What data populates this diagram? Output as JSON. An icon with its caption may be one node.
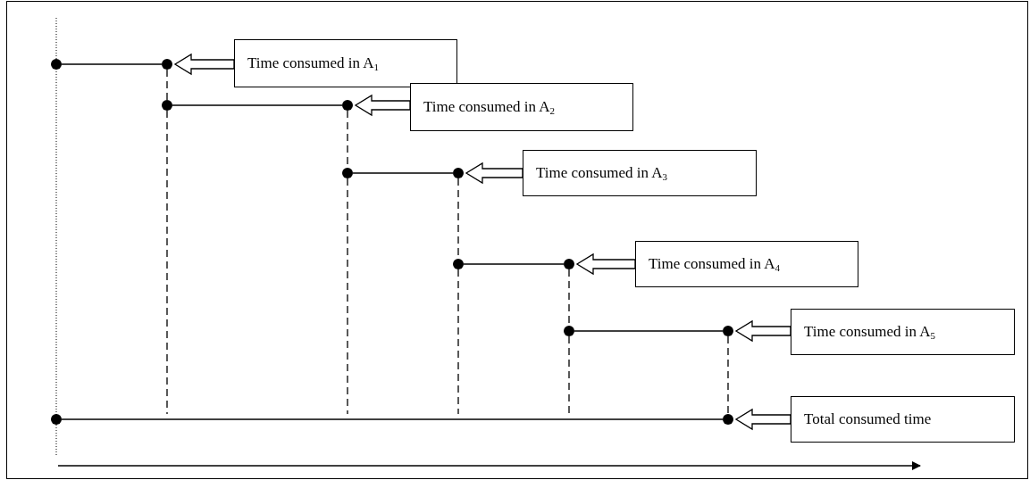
{
  "diagram": {
    "nodes": [
      {
        "text": [],
        "shape": "circle"
      },
      {
        "text": [],
        "shape": "circle"
      },
      {
        "text": [
          "Time consumed in A$_{1}$"
        ]
      },
      {
        "text": [],
        "shape": "circle"
      },
      {
        "text": [],
        "shape": "circle"
      },
      {
        "text": [
          "Time consumed in A$_{2}$"
        ]
      },
      {
        "text": [],
        "shape": "circle"
      },
      {
        "text": [],
        "shape": "circle"
      },
      {
        "text": [
          "Time consumed in A$_{3}$"
        ]
      },
      {
        "text": [],
        "shape": "circle"
      },
      {
        "text": [],
        "shape": "circle"
      },
      {
        "text": [
          "Time consumed in A$_{4}$"
        ]
      },
      {
        "text": [],
        "shape": "circle"
      },
      {
        "text": [],
        "shape": "circle"
      },
      {
        "text": [
          "Time consumed in A$_{5}$"
        ]
      },
      {
        "text": [],
        "shape": "circle"
      },
      {
        "text": [],
        "shape": "circle"
      },
      {
        "text": [
          "Total consumed time"
        ]
      }
    ],
    "edges": [
      {
        "from": 0,
        "to": 1,
        "arrow": "none"
      },
      {
        "from": 2,
        "to": 1,
        "arrow": "to"
      },
      {
        "from": 3,
        "to": 4,
        "arrow": "none"
      },
      {
        "from": 5,
        "to": 4,
        "arrow": "to"
      },
      {
        "from": 6,
        "to": 7,
        "arrow": "none"
      },
      {
        "from": 8,
        "to": 7,
        "arrow": "to"
      },
      {
        "from": 9,
        "to": 10,
        "arrow": "none"
      },
      {
        "from": 11,
        "to": 10,
        "arrow": "to"
      },
      {
        "from": 12,
        "to": 13,
        "arrow": "none"
      },
      {
        "from": 14,
        "to": 13,
        "arrow": "to"
      },
      {
        "from": 15,
        "to": 16,
        "arrow": "none"
      },
      {
        "from": 17,
        "to": 16,
        "arrow": "to"
      },
      {
        "from": 1,
        "to": 3,
        "arrow": "none",
        "style": "dashed"
      },
      {
        "from": 4,
        "to": 6,
        "arrow": "none",
        "style": "dashed"
      },
      {
        "from": 7,
        "to": 9,
        "arrow": "none",
        "style": "dashed"
      },
      {
        "from": 10,
        "to": 12,
        "arrow": "none",
        "style": "dashed"
      },
      {
        "from": 13,
        "to": 16,
        "arrow": "none",
        "style": "dashed"
      },
      {
        "from": 3,
        "to": null,
        "arrow": "none",
        "style": "dashed"
      },
      {
        "from": 6,
        "to": null,
        "arrow": "none",
        "style": "dashed"
      },
      {
        "from": 9,
        "to": null,
        "arrow": "none",
        "style": "dashed"
      },
      {
        "from": 12,
        "to": null,
        "arrow": "none",
        "style": "dashed"
      }
    ]
  }
}
